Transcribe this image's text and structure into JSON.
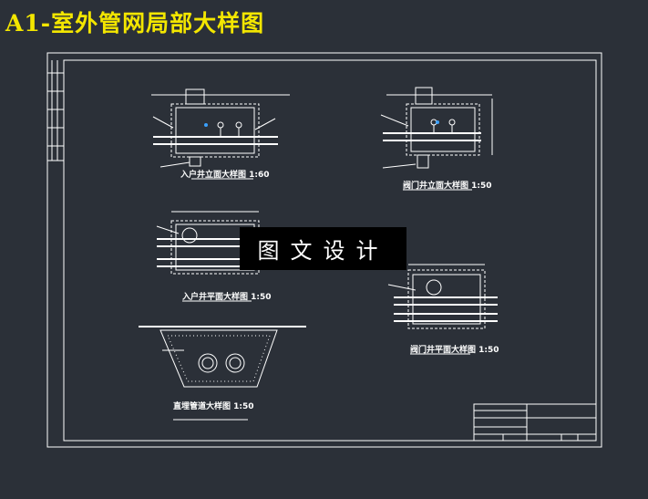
{
  "title": "A1-室外管网局部大样图",
  "colors": {
    "background": "#2b3038",
    "title": "#f3e600",
    "lines": "#ffffff",
    "pipe_marker": "#3aa0ff"
  },
  "views": {
    "entry_elevation": "入户井立面大样图 1:60",
    "valve_elevation": "阀门井立面大样图 1:50",
    "entry_plan": "入户井平面大样图 1:50",
    "valve_plan": "阀门井平面大样图 1:50",
    "trench": "直埋管道大样图 1:50"
  },
  "watermark": "图文设计"
}
